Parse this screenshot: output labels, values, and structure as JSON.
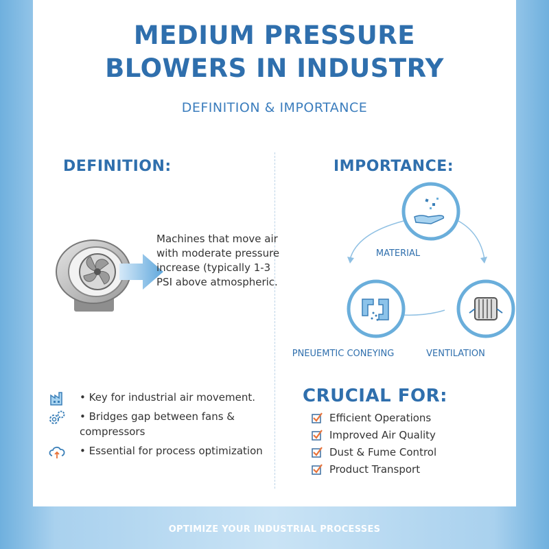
{
  "header": {
    "title_line1": "MEDIUM PRESSURE",
    "title_line2": "BLOWERS IN INDUSTRY",
    "subtitle": "DEFINITION & IMPORTANCE"
  },
  "definition": {
    "heading": "DEFINITION:",
    "text": "Machines that move air with moderate pressure increase (typically 1-3 PSI above atmospheric."
  },
  "importance": {
    "heading": "IMPORTANCE:",
    "nodes": [
      {
        "label": "MATERIAL",
        "icon": "hand-material-icon"
      },
      {
        "label": "PNEUEMTIC CONEYING",
        "icon": "pipes-icon"
      },
      {
        "label": "VENTILATION",
        "icon": "vent-filter-icon"
      }
    ]
  },
  "key_points": [
    {
      "text": "• Key for industrial air movement.",
      "icon": "factory-icon"
    },
    {
      "text": "• Bridges gap between fans & compressors",
      "icon": "gears-icon"
    },
    {
      "text": "• Essential for process optimization",
      "icon": "cloud-upload-icon"
    }
  ],
  "crucial": {
    "heading": "CRUCIAL FOR:",
    "items": [
      "Efficient Operations",
      "Improved Air Quality",
      "Dust & Fume Control",
      "Product Transport"
    ]
  },
  "footer": {
    "text": "OPTIMIZE YOUR INDUSTRIAL PROCESSES"
  },
  "colors": {
    "accent": "#2f6fad",
    "check": "#e8733a",
    "circle": "#6aaedb"
  }
}
